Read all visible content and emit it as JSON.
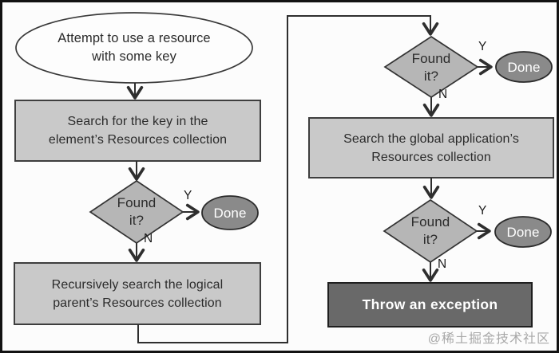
{
  "diagram": {
    "type": "flowchart",
    "nodes": {
      "start": {
        "shape": "ellipse",
        "lines": [
          "Attempt to use a resource",
          "with some key"
        ]
      },
      "search_element": {
        "shape": "process",
        "lines": [
          "Search for the key in the",
          "element’s Resources collection"
        ]
      },
      "found_element": {
        "shape": "decision",
        "lines": [
          "Found",
          "it?"
        ]
      },
      "done_element": {
        "shape": "terminator",
        "label": "Done"
      },
      "search_parent": {
        "shape": "process",
        "lines": [
          "Recursively search the logical",
          "parent’s Resources collection"
        ]
      },
      "found_parent": {
        "shape": "decision",
        "lines": [
          "Found",
          "it?"
        ]
      },
      "done_parent": {
        "shape": "terminator",
        "label": "Done"
      },
      "search_app": {
        "shape": "process",
        "lines": [
          "Search the global application’s",
          "Resources collection"
        ]
      },
      "found_app": {
        "shape": "decision",
        "lines": [
          "Found",
          "it?"
        ]
      },
      "done_app": {
        "shape": "terminator",
        "label": "Done"
      },
      "throw": {
        "shape": "process-alert",
        "label": "Throw an exception"
      }
    },
    "edge_labels": {
      "yes": "Y",
      "no": "N"
    },
    "colors": {
      "process_fill": "#c9c9c9",
      "decision_fill": "#b6b6b6",
      "done_fill": "#8a8a8a",
      "alert_fill": "#696969",
      "line": "#2e2e2e",
      "text": "#2b2b2b",
      "watermark_text": "#a8a8a8"
    }
  },
  "watermark": "@稀土掘金技术社区"
}
